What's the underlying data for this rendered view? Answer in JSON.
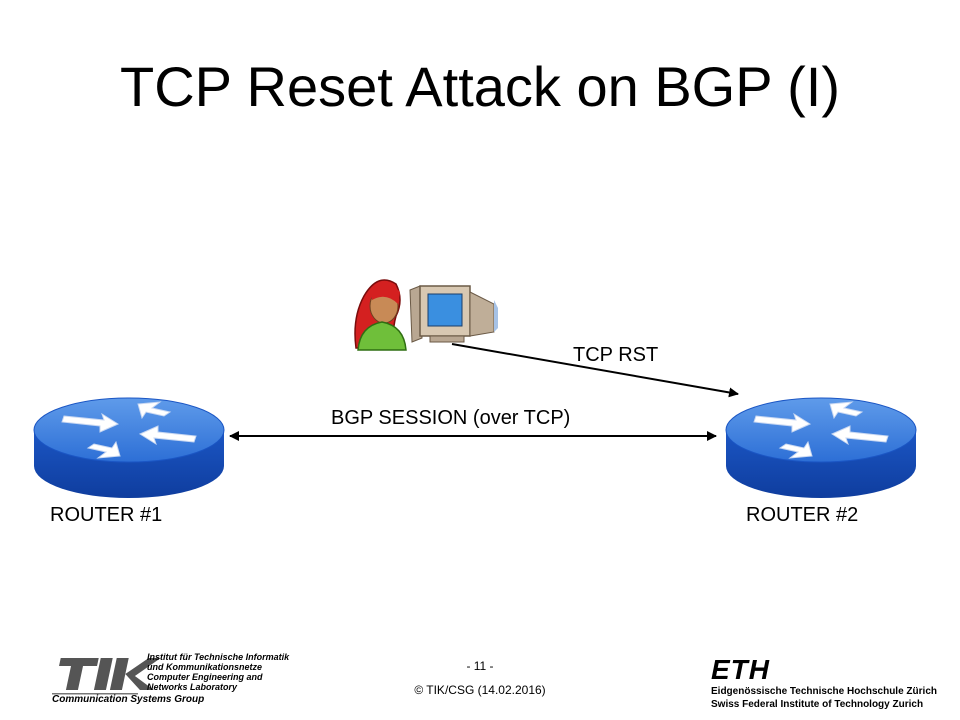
{
  "slide": {
    "title": "TCP Reset Attack on BGP (I)"
  },
  "diagram": {
    "router1_label": "ROUTER #1",
    "router2_label": "ROUTER #2",
    "session_label": "BGP SESSION (over TCP)",
    "rst_label": "TCP RST",
    "icons": [
      "router-icon",
      "attacker-icon",
      "computer-icon"
    ],
    "colors": {
      "router_blue": "#1e5cc8",
      "attacker_hair": "#d42020",
      "attacker_body": "#6fbf3a"
    }
  },
  "footer": {
    "page_number": "- 11 -",
    "copyright": "© TIK/CSG  (14.02.2016)",
    "tik_lines": [
      "Institut für Technische Informatik",
      "und Kommunikationsnetze",
      "Computer Engineering and",
      "Networks Laboratory"
    ],
    "tik_group": "Communication Systems Group",
    "eth_mark": "ETH",
    "eth_german": "Eidgenössische Technische Hochschule Zürich",
    "eth_english": "Swiss Federal Institute of Technology Zurich"
  }
}
